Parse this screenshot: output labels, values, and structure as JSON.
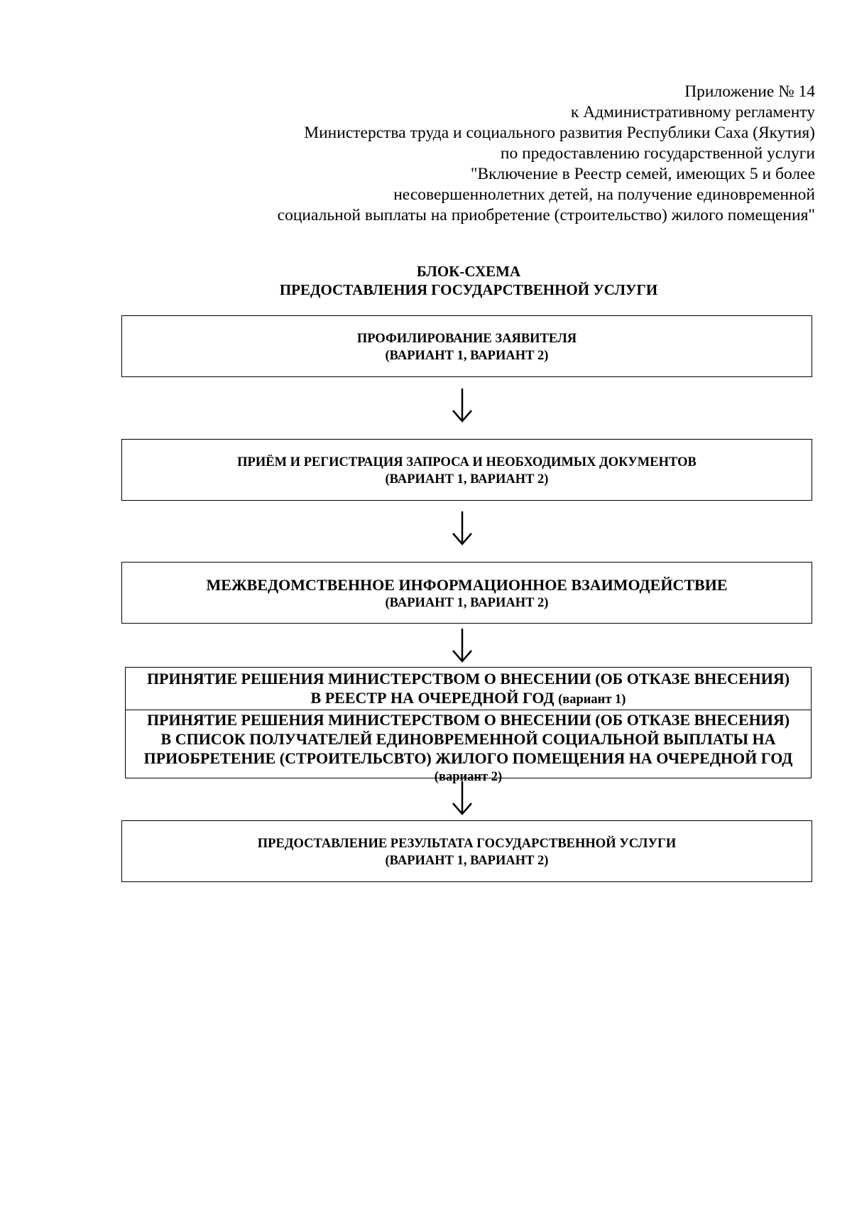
{
  "header": {
    "lines": [
      "Приложение № 14",
      "к Административному регламенту",
      "Министерства труда и социального развития Республики Саха (Якутия)",
      "по предоставлению государственной услуги",
      "\"Включение в Реестр семей, имеющих 5 и более",
      "несовершеннолетних детей, на получение единовременной",
      "социальной выплаты на приобретение (строительство) жилого помещения\""
    ]
  },
  "title": {
    "line1": "БЛОК-СХЕМА",
    "line2": "ПРЕДОСТАВЛЕНИЯ ГОСУДАРСТВЕННОЙ УСЛУГИ"
  },
  "steps": [
    {
      "title": "ПРОФИЛИРОВАНИЕ ЗАЯВИТЕЛЯ",
      "variant": "(ВАРИАНТ 1, ВАРИАНТ 2)"
    },
    {
      "title": "ПРИЁМ И РЕГИСТРАЦИЯ ЗАПРОСА И НЕОБХОДИМЫХ ДОКУМЕНТОВ",
      "variant": "(ВАРИАНТ 1, ВАРИАНТ 2)"
    },
    {
      "title": "МЕЖВЕДОМСТВЕННОЕ ИНФОРМАЦИОННОЕ ВЗАИМОДЕЙСТВИЕ",
      "variant": "(ВАРИАНТ 1, ВАРИАНТ 2)"
    },
    {
      "part1": {
        "line1": "ПРИНЯТИЕ РЕШЕНИЯ МИНИСТЕРСТВОМ О ВНЕСЕНИИ (ОБ ОТКАЗЕ ВНЕСЕНИЯ)",
        "line2": "В РЕЕСТР НА ОЧЕРЕДНОЙ ГОД",
        "variant": "(вариант 1)"
      },
      "part2": {
        "line1": "ПРИНЯТИЕ РЕШЕНИЯ МИНИСТЕРСТВОМ О ВНЕСЕНИИ (ОБ ОТКАЗЕ ВНЕСЕНИЯ)",
        "line2": "В СПИСОК ПОЛУЧАТЕЛЕЙ ЕДИНОВРЕМЕННОЙ СОЦИАЛЬНОЙ ВЫПЛАТЫ НА",
        "line3": "ПРИОБРЕТЕНИЕ (СТРОИТЕЛЬСВТО) ЖИЛОГО ПОМЕЩЕНИЯ  НА ОЧЕРЕДНОЙ ГОД",
        "variant": "(вариант 2)"
      }
    },
    {
      "title": "ПРЕДОСТАВЛЕНИЕ РЕЗУЛЬТАТА ГОСУДАРСТВЕННОЙ УСЛУГИ",
      "variant": "(ВАРИАНТ 1, ВАРИАНТ 2)"
    }
  ]
}
